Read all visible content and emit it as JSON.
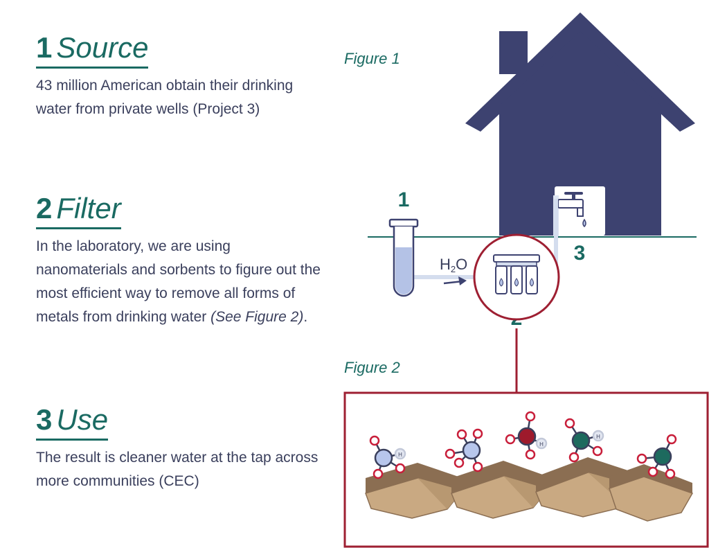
{
  "sections": [
    {
      "num": "1",
      "title": "Source",
      "text": "43 million American obtain their drinking water from private wells (Project 3)"
    },
    {
      "num": "2",
      "title": "Filter",
      "text": "In the laboratory, we are using nanomaterials and sorbents to figure out the most efficient way to remove all forms of metals from drinking water ",
      "emphasis": "(See Figure 2)",
      "trail": "."
    },
    {
      "num": "3",
      "title": "Use",
      "text": "The result is cleaner water at the tap across more communities (CEC)"
    }
  ],
  "figure1": {
    "label": "Figure 1",
    "markers": [
      "1",
      "2",
      "3"
    ],
    "h2o": "H",
    "h2o_sub": "2",
    "h2o_tail": "O"
  },
  "figure2": {
    "label": "Figure 2",
    "h_label": "H"
  },
  "colors": {
    "teal": "#1a6a62",
    "navy": "#3d4270",
    "crimson": "#9e1f32",
    "water": "#b4c2e6",
    "sorbent": "#c9a982",
    "sorbent_dark": "#8b6e52",
    "oxygen": "#c81e3a",
    "metal_blue": "#b7c6ec",
    "metal_red": "#9e1a2c",
    "metal_teal": "#1d6a5e"
  }
}
